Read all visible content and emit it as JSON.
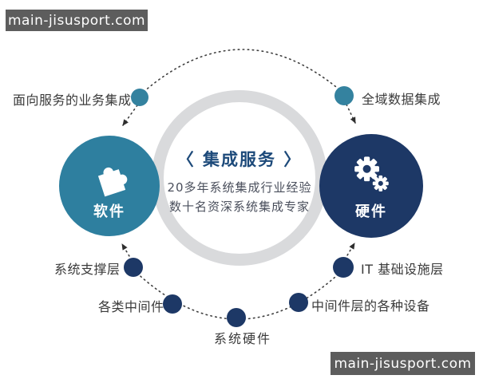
{
  "watermark": {
    "top_left": "main-jisusport.com",
    "bottom_right": "main-jisusport.com"
  },
  "center": {
    "title": "〈 集成服务 〉",
    "subtitle_line1": "20多年系统集成行业经验",
    "subtitle_line2": "数十名资深系统集成专家"
  },
  "nodes": {
    "software": {
      "label": "软件",
      "icon": "puzzle-icon",
      "color": "#2e7f9f"
    },
    "hardware": {
      "label": "硬件",
      "icon": "gears-icon",
      "color": "#1d3866"
    }
  },
  "labels": {
    "top_left": "面向服务的业务集成",
    "top_right": "全域数据集成",
    "mid_left": "系统支撑层",
    "lower_left": "各类中间件",
    "bottom_center": "系统硬件",
    "lower_right": "中间件层的各种设备",
    "mid_right": "IT 基础设施层"
  },
  "colors": {
    "teal": "#2e7f9f",
    "navy": "#1d3866",
    "ring_gray": "#d9dadc",
    "title_blue": "#1d4a7a",
    "label_text": "#3a3a3a",
    "watermark_bg": "#5d5d5d",
    "watermark_text": "#ffffff"
  }
}
